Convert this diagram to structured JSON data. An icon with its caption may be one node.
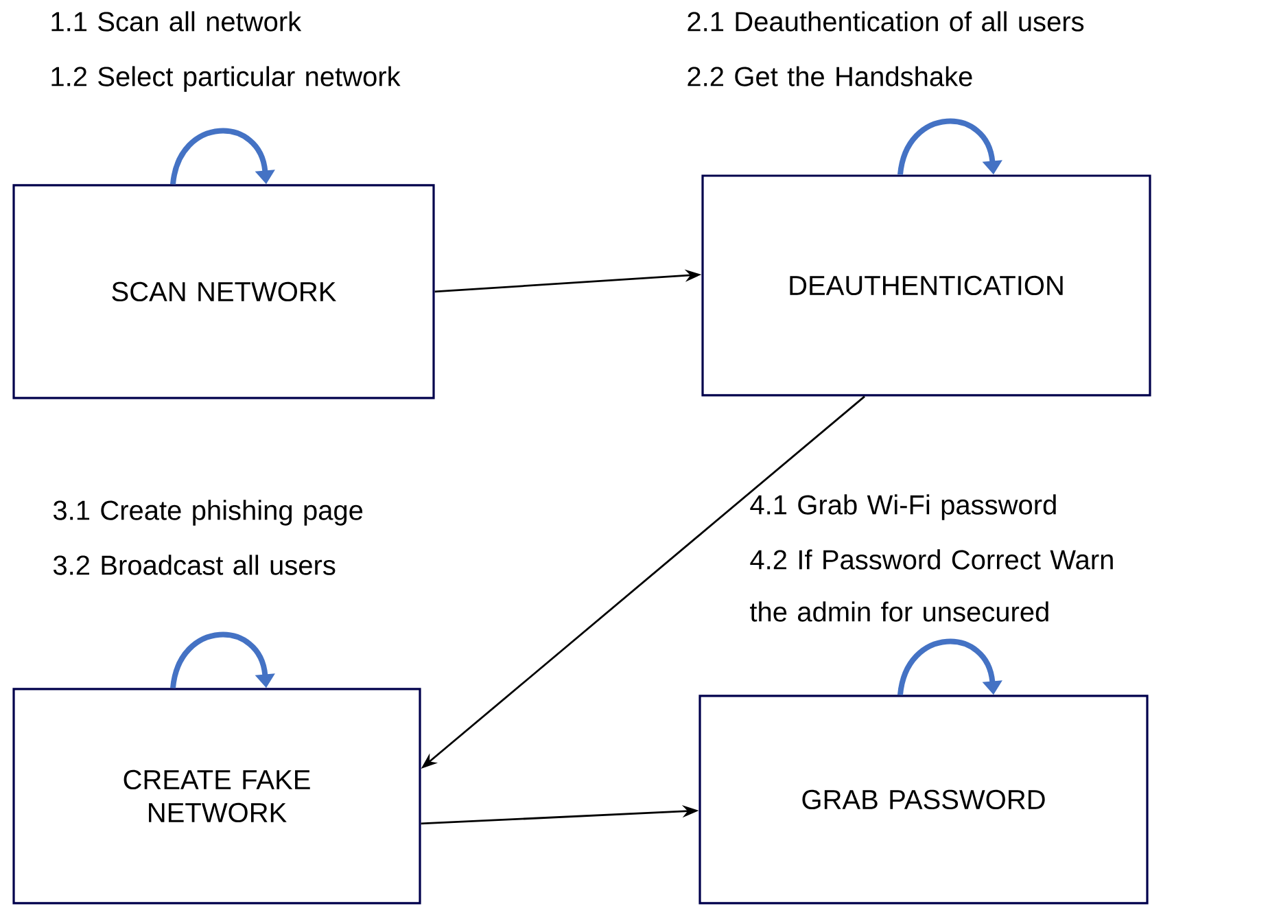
{
  "diagram": {
    "nodes": [
      {
        "text": [
          "SCAN NETWORK"
        ],
        "beside": [
          "1.1 Scan all network",
          "1.2 Select particular network"
        ]
      },
      {
        "text": [
          "DEAUTHENTICATION"
        ],
        "beside": [
          "2.1 Deauthentication of all users",
          "2.2 Get the Handshake"
        ]
      },
      {
        "text": [
          "CREATE FAKE NETWORK"
        ],
        "beside": [
          "3.1 Create phishing page",
          "3.2 Broadcast all users"
        ]
      },
      {
        "text": [
          "GRAB PASSWORD"
        ],
        "beside": [
          "4.1 Grab Wi-Fi password",
          "4.2 If Password Correct Warn the admin for unsecured"
        ]
      }
    ],
    "edges": [
      {
        "from": 0,
        "to": 0,
        "arrow": "to"
      },
      {
        "from": 1,
        "to": 1,
        "arrow": "to"
      },
      {
        "from": 2,
        "to": 2,
        "arrow": "to"
      },
      {
        "from": 3,
        "to": 3,
        "arrow": "to"
      },
      {
        "from": 0,
        "to": 1,
        "arrow": "to",
        "color": "#000000"
      },
      {
        "from": 1,
        "to": 2,
        "arrow": "to",
        "color": "#000000"
      },
      {
        "from": 2,
        "to": 3,
        "arrow": "to",
        "color": "#000000"
      }
    ]
  }
}
